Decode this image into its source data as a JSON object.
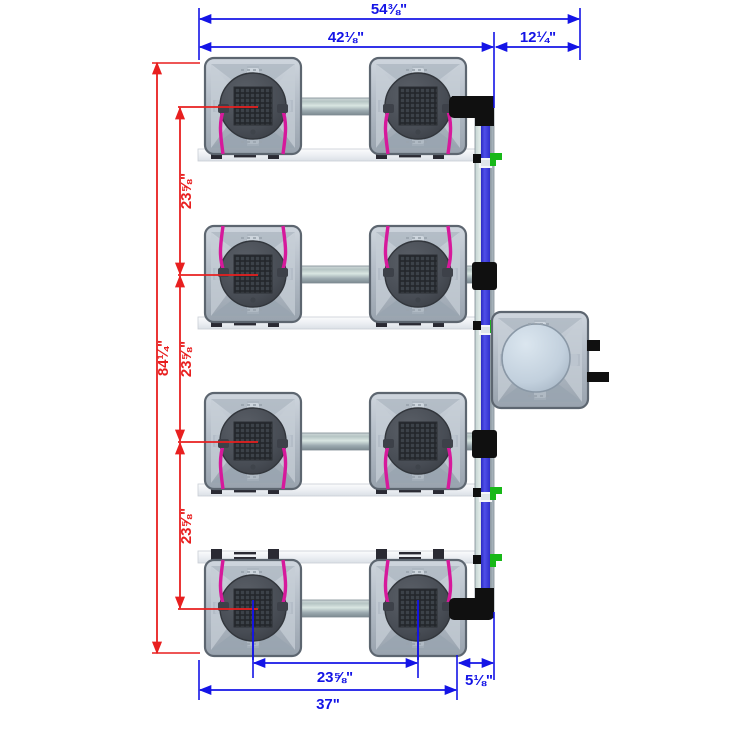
{
  "diagram": {
    "title": "Hydroponic Grow System Top-View Layout",
    "background_color": "#ffffff",
    "dimension_colors": {
      "horizontal": "#1414e6",
      "vertical": "#e81f1f"
    },
    "component_colors": {
      "pot_body": "#b9c2cc",
      "pot_body_dark": "#8d97a3",
      "pot_rim": "#5d6670",
      "pot_center": "#4a4f57",
      "mesh": "#2f3338",
      "tubing": "#d6199b",
      "pipe_water": "#3b3bd8",
      "pipe_shell": "#aab4bc",
      "fitting_black": "#101010",
      "valve_green": "#18b818",
      "rail": "#eef1f4",
      "foot": "#2a2a33",
      "connector_rod": "#9aa8ae",
      "reservoir_lid": "#c3d2de"
    }
  },
  "dimensions": {
    "overall_width": {
      "label": "54⅜\"",
      "name": "overall-width"
    },
    "bed_width": {
      "label": "42⅛\"",
      "name": "bed-width"
    },
    "reservoir_width": {
      "label": "12¼\"",
      "name": "reservoir-width"
    },
    "overall_height": {
      "label": "84¼\"",
      "name": "overall-height"
    },
    "row_spacing_1": {
      "label": "23⅝\"",
      "name": "row-spacing-top"
    },
    "row_spacing_2": {
      "label": "23⅝\"",
      "name": "row-spacing-middle"
    },
    "row_spacing_3": {
      "label": "23⅝\"",
      "name": "row-spacing-bottom"
    },
    "pot_spacing": {
      "label": "23⅝\"",
      "name": "pot-center-spacing"
    },
    "bed_depth": {
      "label": "37\"",
      "name": "bed-depth"
    },
    "pipe_offset": {
      "label": "5⅛\"",
      "name": "pipe-offset"
    }
  },
  "components": {
    "pots": {
      "count": 8,
      "rows": 4,
      "columns": 2,
      "name": "grow-pot"
    },
    "reservoir": {
      "name": "reservoir-module",
      "count": 1
    },
    "manifold_pipe": {
      "name": "vertical-manifold-pipe"
    },
    "valves": {
      "count": 4,
      "name": "inline-valve"
    },
    "elbows": {
      "count": 2,
      "name": "pipe-elbow-fitting"
    },
    "tee_fittings": {
      "count": 3,
      "name": "pipe-tee-fitting"
    }
  }
}
